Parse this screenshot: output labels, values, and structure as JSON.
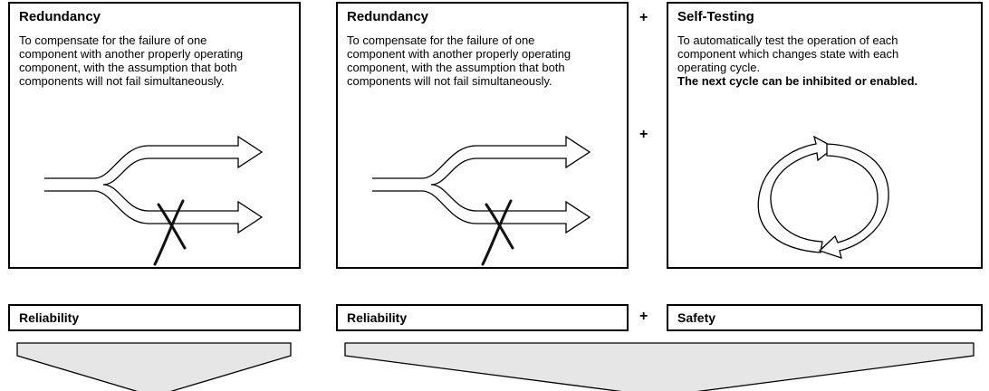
{
  "panels": [
    {
      "title": "Redundancy",
      "desc": [
        "To compensate for the failure of one",
        "component with another properly operating",
        "component, with the assumption that both",
        "components will not fail simultaneously."
      ]
    },
    {
      "title": "Redundancy",
      "desc": [
        "To compensate for the failure of one",
        "component with another properly operating",
        "component, with the assumption that both",
        "components will not fail simultaneously."
      ]
    },
    {
      "title": "Self-Testing",
      "desc": [
        "To automatically test the operation of each",
        "component which changes state with each",
        "operating cycle."
      ],
      "desc_bold": "The next cycle can be inhibited or enabled."
    }
  ],
  "plus_sign": "+",
  "results": [
    {
      "label": "Reliability"
    },
    {
      "label": "Reliability"
    },
    {
      "label": "Safety"
    }
  ]
}
